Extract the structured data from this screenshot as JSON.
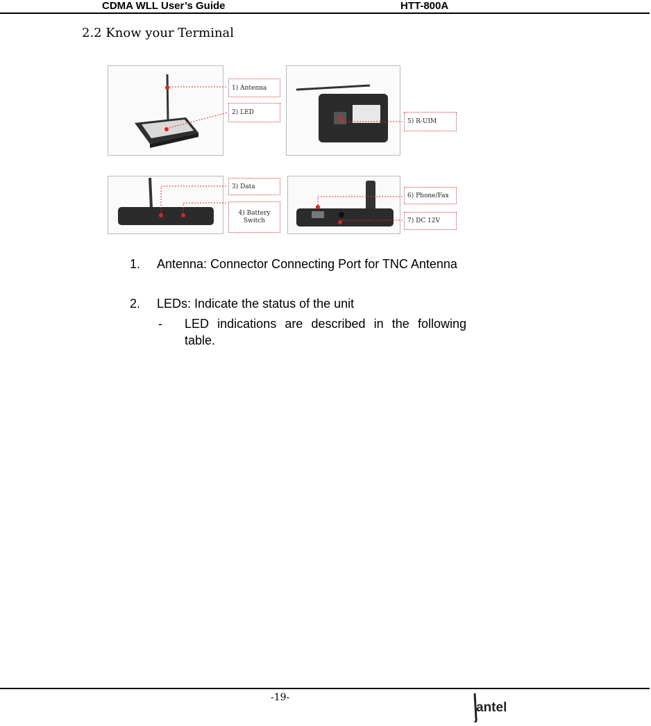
{
  "header": {
    "left": "CDMA WLL User’s Guide",
    "right": "HTT-800A"
  },
  "section_title": "2.2 Know your Terminal",
  "callouts": {
    "antenna": "1) Antenna",
    "led": "2) LED",
    "data": "3) Data",
    "battery_line1": "4) Battery",
    "battery_line2": "Switch",
    "ruim": "5) R-UIM",
    "phone_fax": "6) Phone/Fax",
    "dc": "7) DC 12V"
  },
  "list": [
    {
      "num": "1.",
      "text": "Antenna: Connector Connecting Port for TNC Antenna"
    },
    {
      "num": "2.",
      "text": "LEDs: Indicate the status of the unit"
    }
  ],
  "sub_item": {
    "dash": "-",
    "text": "LED indications are described in the following table."
  },
  "footer": {
    "page_number": "-19-",
    "logo_text": "hantel"
  },
  "colors": {
    "callout_border": "#d9363e",
    "marker": "#e02020",
    "device_body": "#2b2b2b",
    "rule": "#000000"
  }
}
